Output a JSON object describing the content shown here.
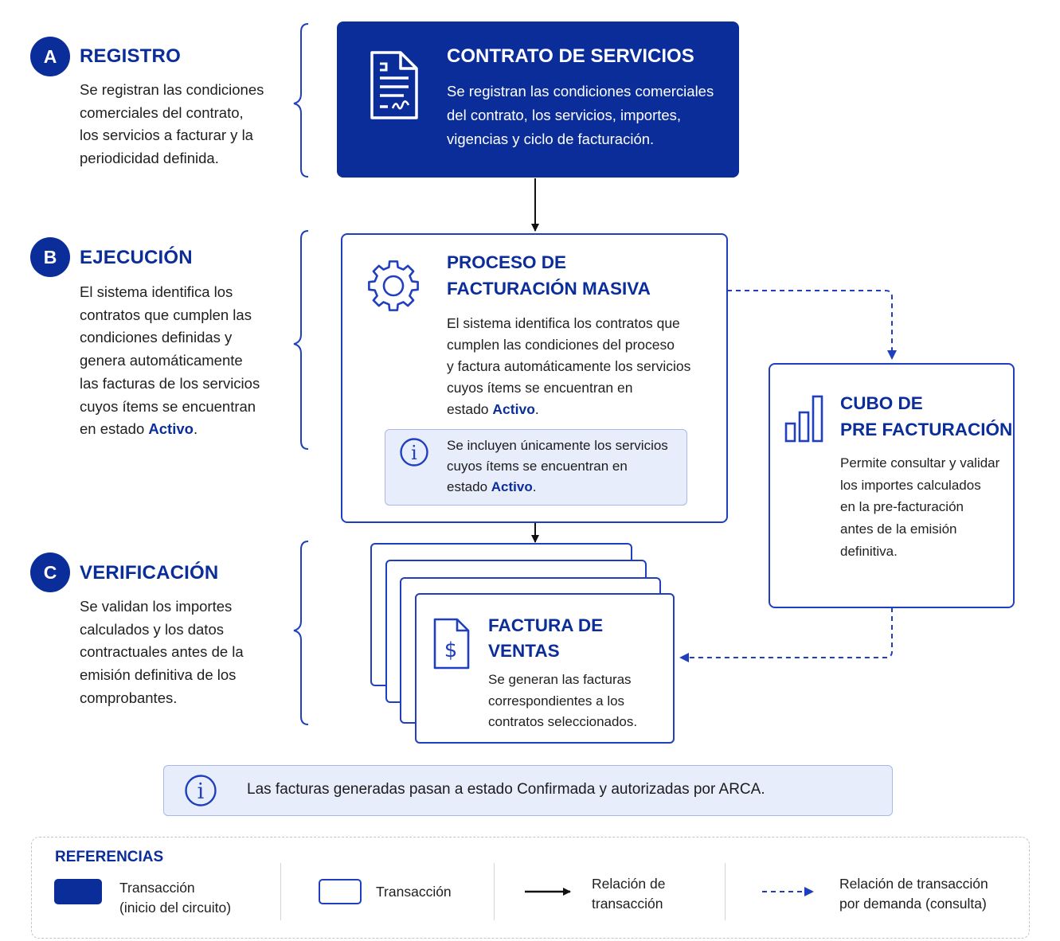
{
  "stages": [
    {
      "letter": "A",
      "title": "REGISTRO",
      "lines": [
        "Se registran las condiciones",
        "comerciales del contrato,",
        "los servicios a facturar y la",
        "periodicidad definida."
      ]
    },
    {
      "letter": "B",
      "title": "EJECUCIÓN",
      "lines": [
        "El sistema identifica los",
        "contratos que cumplen las",
        "condiciones definidas y",
        "genera automáticamente",
        "las facturas de los servicios",
        "cuyos ítems se encuentran"
      ],
      "last_prefix": "en estado ",
      "last_bold": "Activo",
      "last_suffix": "."
    },
    {
      "letter": "C",
      "title": "VERIFICACIÓN",
      "lines": [
        "Se validan los importes",
        "calculados y los datos",
        "contractuales antes de la",
        "emisión definitiva de los",
        "comprobantes."
      ]
    }
  ],
  "contrato": {
    "title": "CONTRATO DE SERVICIOS",
    "lines": [
      "Se registran las condiciones comerciales",
      "del contrato, los servicios, importes,",
      "vigencias y ciclo de facturación."
    ],
    "icon": "document-signature-icon"
  },
  "proceso": {
    "title_lines": [
      "PROCESO DE",
      "FACTURACIÓN MASIVA"
    ],
    "lines": [
      "El sistema identifica los contratos que",
      "cumplen las condiciones del proceso",
      "y factura automáticamente los servicios",
      "cuyos ítems se encuentran en"
    ],
    "last_prefix": "estado ",
    "last_bold": "Activo",
    "last_suffix": ".",
    "icon": "gear-icon",
    "note": {
      "lines": [
        "Se incluyen únicamente los servicios",
        "cuyos ítems se encuentran en"
      ],
      "last_prefix": "estado ",
      "last_bold": "Activo",
      "last_suffix": "."
    }
  },
  "cubo": {
    "title_lines": [
      "CUBO DE",
      "PRE FACTURACIÓN"
    ],
    "lines": [
      "Permite consultar y validar",
      "los importes calculados",
      "en la pre-facturación",
      "antes de la emisión",
      "definitiva."
    ],
    "icon": "bar-chart-icon"
  },
  "factura": {
    "title_lines": [
      "FACTURA DE",
      "VENTAS"
    ],
    "lines": [
      "Se generan las facturas",
      "correspondientes a los",
      "contratos seleccionados."
    ],
    "icon": "invoice-dollar-icon"
  },
  "bottom_note": "Las facturas generadas pasan a estado Confirmada y autorizadas por ARCA.",
  "legend": {
    "title": "REFERENCIAS",
    "items": [
      {
        "lines": [
          "Transacción",
          "(inicio del circuito)"
        ]
      },
      {
        "lines": [
          "Transacción"
        ]
      },
      {
        "lines": [
          "Relación de",
          "transacción"
        ]
      },
      {
        "lines": [
          "Relación de transacción",
          "por demanda (consulta)"
        ]
      }
    ]
  },
  "colors": {
    "primary": "#0b2d9a",
    "border": "#1f3fbf",
    "note_bg": "#e8edfb",
    "text": "#1f1f1f"
  }
}
